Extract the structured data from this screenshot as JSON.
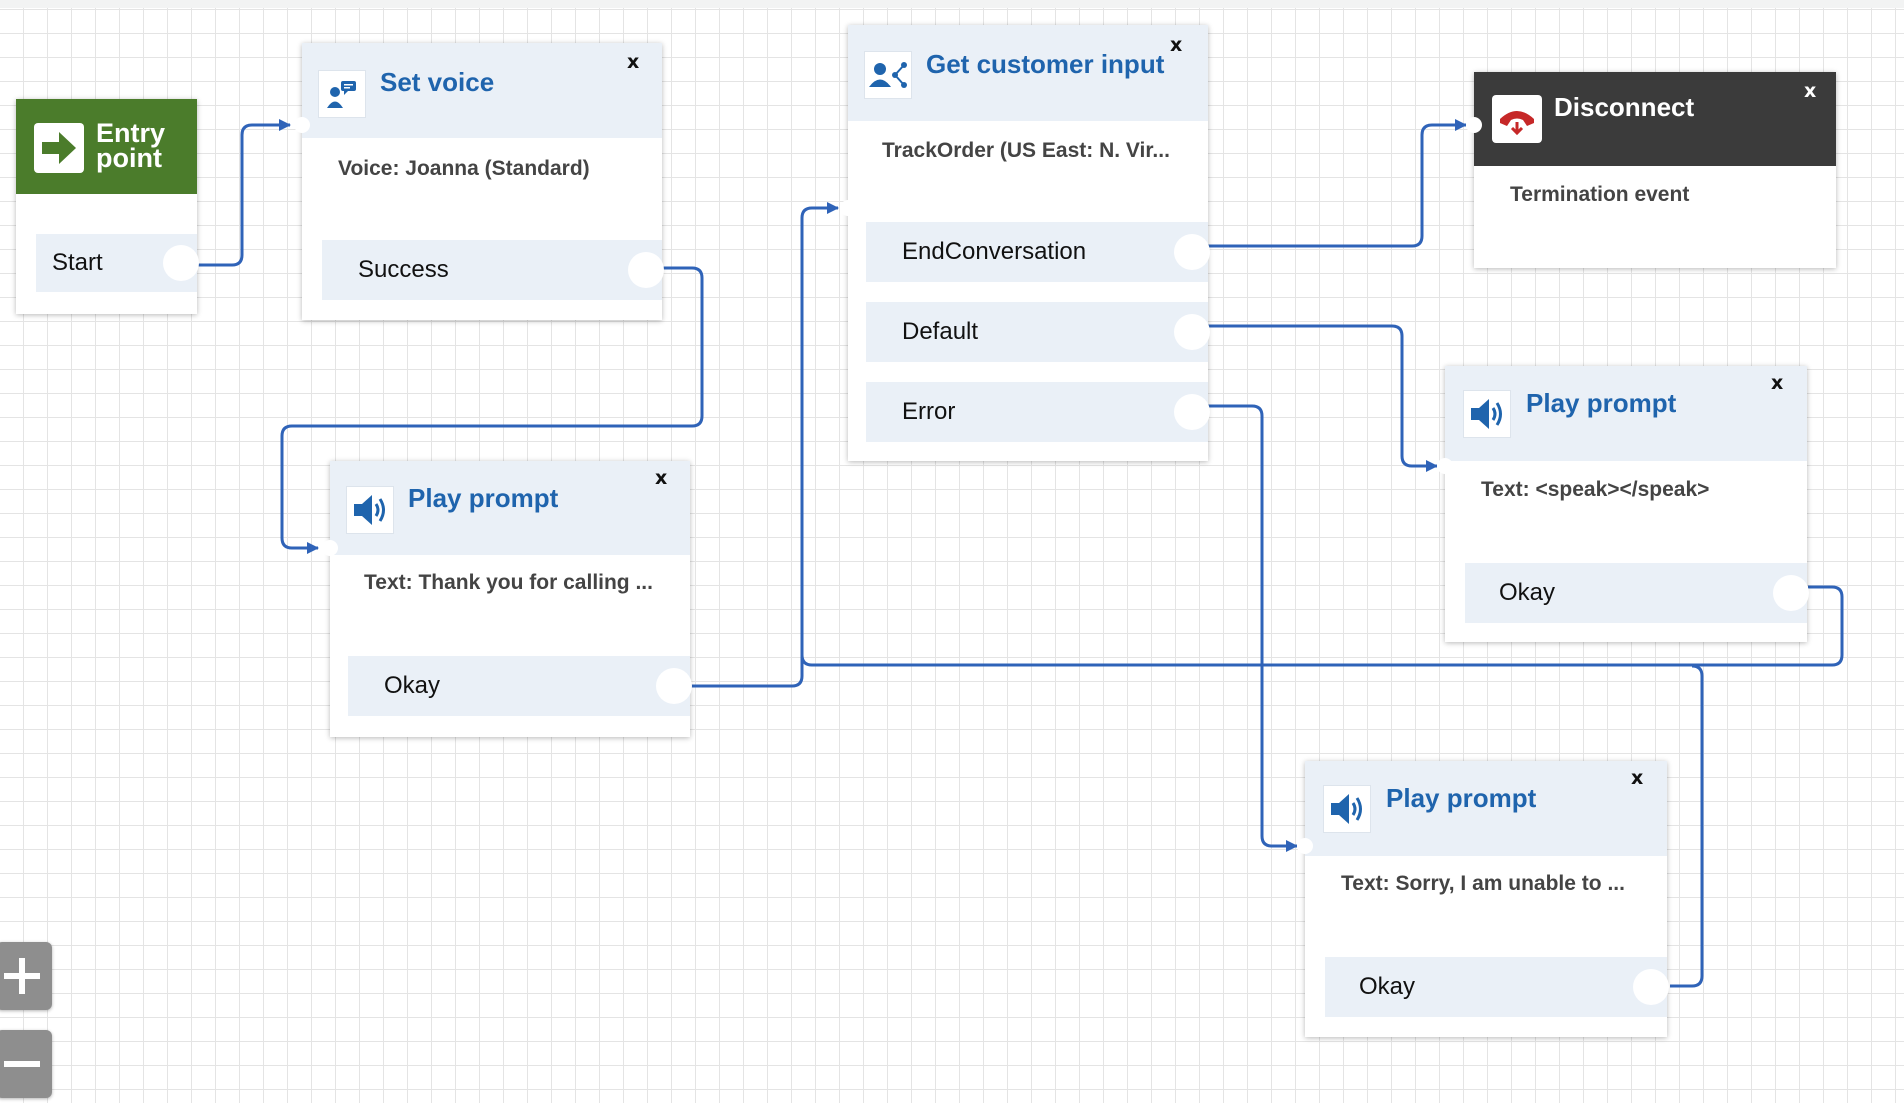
{
  "canvas": {
    "grid_color": "#e4e4e4",
    "wire_color": "#2f63b8",
    "accent_color": "#1f64ad",
    "entry_color": "#4b7c2b",
    "disconnect_color": "#3b3b3b"
  },
  "entry": {
    "title_line1": "Entry",
    "title_line2": "point",
    "branch": "Start",
    "icon": "arrow-right-icon"
  },
  "set_voice": {
    "title": "Set voice",
    "close": "x",
    "description": "Voice: Joanna (Standard)",
    "branch": "Success",
    "icon": "set-voice-icon"
  },
  "play_prompt_1": {
    "title": "Play prompt",
    "close": "x",
    "description": "Text: Thank you for calling ...",
    "branch": "Okay",
    "icon": "speaker-icon"
  },
  "get_input": {
    "title": "Get customer input",
    "close": "x",
    "description": "TrackOrder (US East: N. Vir...",
    "branches": [
      "EndConversation",
      "Default",
      "Error"
    ],
    "icon": "customer-input-icon"
  },
  "disconnect": {
    "title": "Disconnect",
    "close": "x",
    "description": "Termination event",
    "icon": "phone-hangup-icon"
  },
  "play_prompt_2": {
    "title": "Play prompt",
    "close": "x",
    "description": "Text: <speak></speak>",
    "branch": "Okay",
    "icon": "speaker-icon"
  },
  "play_prompt_3": {
    "title": "Play prompt",
    "close": "x",
    "description": "Text: Sorry, I am unable to ...",
    "branch": "Okay",
    "icon": "speaker-icon"
  },
  "zoom": {
    "in_icon": "zoom-in-icon",
    "out_icon": "zoom-out-icon"
  }
}
